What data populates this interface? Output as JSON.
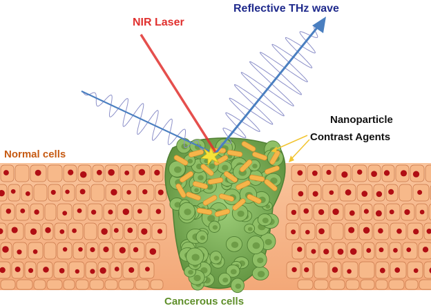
{
  "labels": {
    "nir_laser": "NIR Laser",
    "reflective_wave": "Reflective THz wave",
    "contrast_agents_line1": "Nanoparticle",
    "contrast_agents_line2": "Contrast Agents",
    "normal_cells": "Normal cells",
    "cancerous_cells": "Cancerous cells"
  },
  "colors": {
    "nir_laser": "#e0302e",
    "thz_wave": "#4a7fc0",
    "wave_oscillation": "#8a8ec8",
    "reflective_label": "#1f2a8c",
    "normal_label": "#c65a12",
    "cancer_label": "#5f8f2a",
    "cell_fill": "#f7b98a",
    "cell_border": "#c8774a",
    "nucleus": "#b00e14",
    "tumor_cell": "#8fbf66",
    "tumor_cell_dark": "#5f8f3a",
    "nanoparticle": "#f5b54a",
    "arrow_yellow": "#f2c531"
  },
  "icons": {
    "incident_wave": "incident-thz-wave-icon",
    "reflected_wave": "reflected-thz-wave-icon",
    "spark": "heat-spark-icon"
  }
}
